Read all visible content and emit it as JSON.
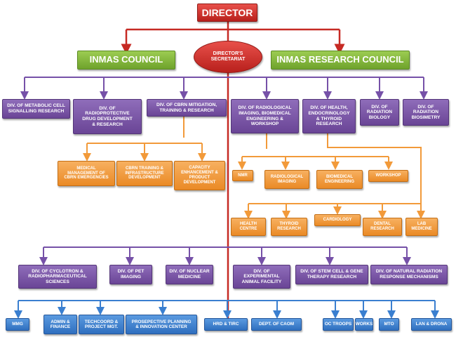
{
  "director": "DIRECTOR",
  "secretariat": "DIRECTOR'S\nSECRETARIAT",
  "councils": {
    "inmas_council": "INMAS COUNCIL",
    "research_council": "INMAS RESEARCH COUNCIL"
  },
  "divisions_top": [
    "DIV. OF METABOLIC CELL\nSIGNALLING RESEARCH",
    "DIV. OF\nRADIOPROTECTIVE\nDRUG DEVELOPMENT\n& RESEARCH",
    "DIV. OF CBRN MITIGATION,\nTRAINING & RESEARCH",
    "DIV. OF RADIOLOGICAL\nIMAGING, BIOMEDICAL\nENGINEERING  &\nWORKSHOP",
    "DIV. OF HEALTH,\nENDOCRINOLOGY\n& THYROID\nRESEARCH",
    "DIV. OF\nRADIATION\nBIOLOGY",
    "DIV. OF\nRADIATION\nBIOSIMETRY"
  ],
  "cbrn_units": [
    "MEDICAL\nMANAGEMENT  OF\nCBRN EMERGENCIES",
    "CBRN TRAINING &\nINFRASTRUCTURE\nDEVELOPMENT",
    "CAPACITY\nENHANCEMENT &\nPRODUCT\nDEVELOPMENT"
  ],
  "imaging_units": [
    "NMR",
    "RADIOLOGICAL\nIMAGING",
    "BIOMEDICAL\nENGINEERING",
    "WORKSHOP"
  ],
  "health_units": [
    "HEALTH\nCENTRE",
    "THYROID\nRESEARCH",
    "CARDIOLOGY",
    "DENTAL\nRESEARCH",
    "LAB\nMEDICINE"
  ],
  "divisions_bottom": [
    "DIV. OF CYCLOTRON &\nRADIOPHARMACEUTICAL\nSCIENCES",
    "DIV. OF PET\nIMAGING",
    "DIV. OF NUCLEAR\nMEDICINE",
    "DIV. OF\nEXPERIMENTAL\nANIMAL FACILITY",
    "DIV. OF STEM CELL & GENE\nTHERAPY RESEARCH",
    "DIV. OF NATURAL RADIATION\nRESPONSE MECHANISMS"
  ],
  "support_units": [
    "MMG",
    "ADMIN &\nFINANCE",
    "TECHCOORD &\nPROJECT MGT.",
    "PROSEPECTIVE PLANNING\n& INNOVATION CENTER",
    "HRD & TIRC",
    "DEPT. OF CAOM",
    "OC TROOPS",
    "WORKS",
    "MTO",
    "LAN & DRONA"
  ],
  "colors": {
    "red": "#c62a24",
    "green": "#7cb53a",
    "purple": "#7651a8",
    "orange": "#f29a3a",
    "blue": "#3a7fd0"
  }
}
